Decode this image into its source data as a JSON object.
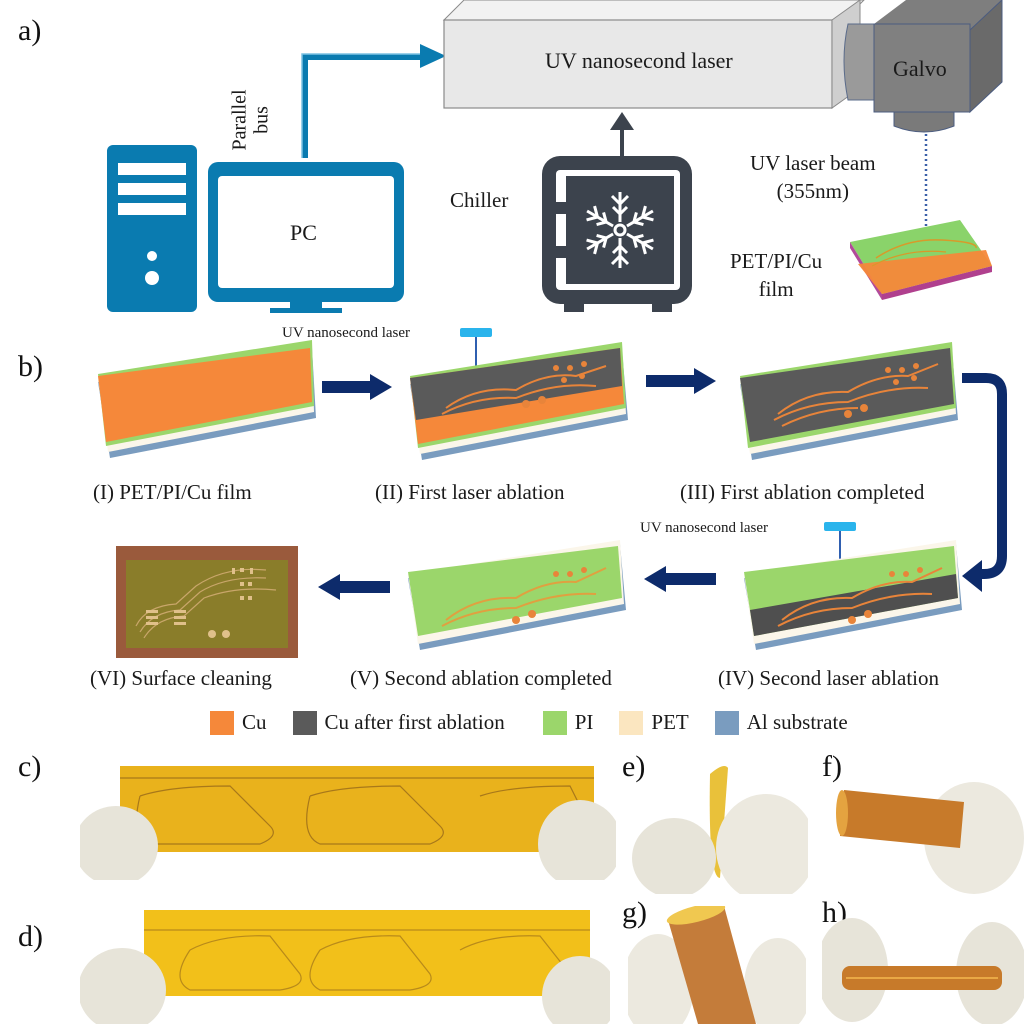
{
  "panels": {
    "a": {
      "label": "a)",
      "laser_label": "UV nanosecond laser",
      "galvo_label": "Galvo",
      "pc_label": "PC",
      "bus_label_line1": "Parallel",
      "bus_label_line2": "bus",
      "chiller_label": "Chiller",
      "beam_label_line1": "UV laser beam",
      "beam_label_line2": "(355nm)",
      "film_label_line1": "PET/PI/Cu",
      "film_label_line2": "film"
    },
    "b": {
      "label": "b)",
      "laser_annotation": "UV nanosecond laser",
      "steps": [
        {
          "id": "I",
          "caption": "(I) PET/PI/Cu film"
        },
        {
          "id": "II",
          "caption": "(II) First laser ablation"
        },
        {
          "id": "III",
          "caption": "(III) First ablation completed"
        },
        {
          "id": "IV",
          "caption": "(IV) Second laser ablation"
        },
        {
          "id": "V",
          "caption": "(V) Second ablation completed"
        },
        {
          "id": "VI",
          "caption": "(VI) Surface cleaning"
        }
      ],
      "legend": [
        {
          "label": "Cu",
          "color": "#f5883a"
        },
        {
          "label": "Cu after first ablation",
          "color": "#5a5a5a"
        },
        {
          "label": "PI",
          "color": "#9bd66b"
        },
        {
          "label": "PET",
          "color": "#fbe6c0"
        },
        {
          "label": "Al substrate",
          "color": "#7a9cbf"
        }
      ]
    },
    "c": {
      "label": "c)"
    },
    "d": {
      "label": "d)"
    },
    "e": {
      "label": "e)"
    },
    "f": {
      "label": "f)"
    },
    "g": {
      "label": "g)"
    },
    "h": {
      "label": "h)"
    }
  },
  "colors": {
    "pc_blue": "#0a7bb0",
    "arrow_navy": "#0d2b6b",
    "chiller_dark": "#3c434d",
    "laser_box": "#e6e6e6",
    "galvo_gray": "#7d7d7d",
    "cu_orange": "#f5883a",
    "pi_green": "#9bd66b",
    "film_yellow": "#e9b21c"
  }
}
